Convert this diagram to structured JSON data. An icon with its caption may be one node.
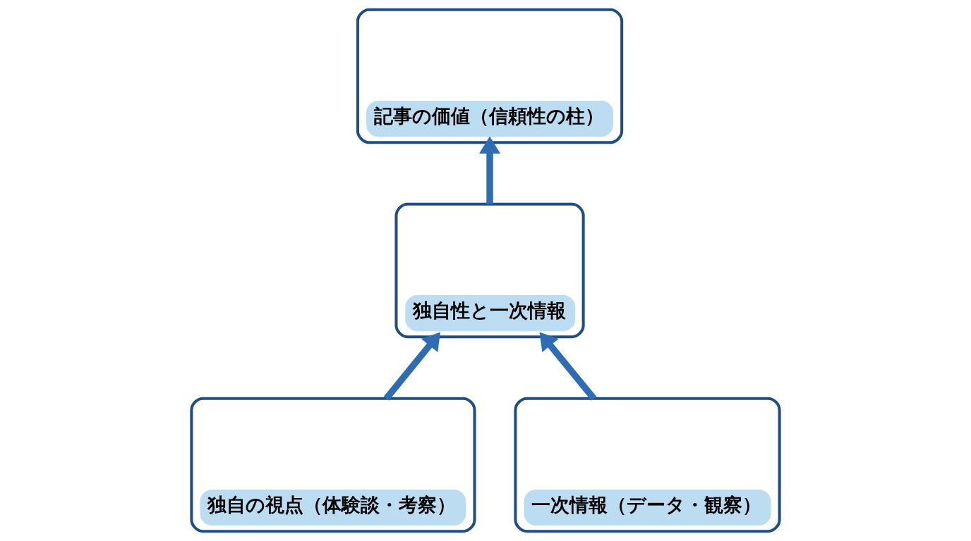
{
  "diagram": {
    "nodes": [
      {
        "text": [
          "記事の価値（信頼性の柱）"
        ]
      },
      {
        "text": [
          "独自性と一次情報"
        ]
      },
      {
        "text": [
          "独自の視点（体験談・考察）"
        ]
      },
      {
        "text": [
          "一次情報（データ・観察）"
        ]
      }
    ],
    "edges": [
      {
        "from": 2,
        "to": 1,
        "arrow": "to"
      },
      {
        "from": 3,
        "to": 1,
        "arrow": "to"
      },
      {
        "from": 1,
        "to": 0,
        "arrow": "to"
      }
    ]
  }
}
